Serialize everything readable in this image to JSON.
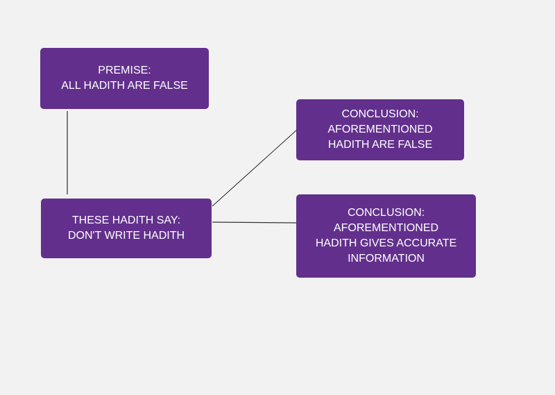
{
  "colors": {
    "box": "#62308c",
    "text": "#ffffff",
    "connector": "#333333"
  },
  "nodes": {
    "premise": {
      "lines": [
        "PREMISE:",
        "ALL HADITH ARE FALSE"
      ]
    },
    "claim": {
      "lines": [
        "THESE HADITH SAY:",
        "DON'T WRITE HADITH"
      ]
    },
    "conclusion_false": {
      "lines": [
        "CONCLUSION:",
        "AFOREMENTIONED",
        "HADITH ARE FALSE"
      ]
    },
    "conclusion_accurate": {
      "lines": [
        "CONCLUSION:",
        "AFOREMENTIONED",
        "HADITH GIVES ACCURATE",
        "INFORMATION"
      ]
    }
  }
}
